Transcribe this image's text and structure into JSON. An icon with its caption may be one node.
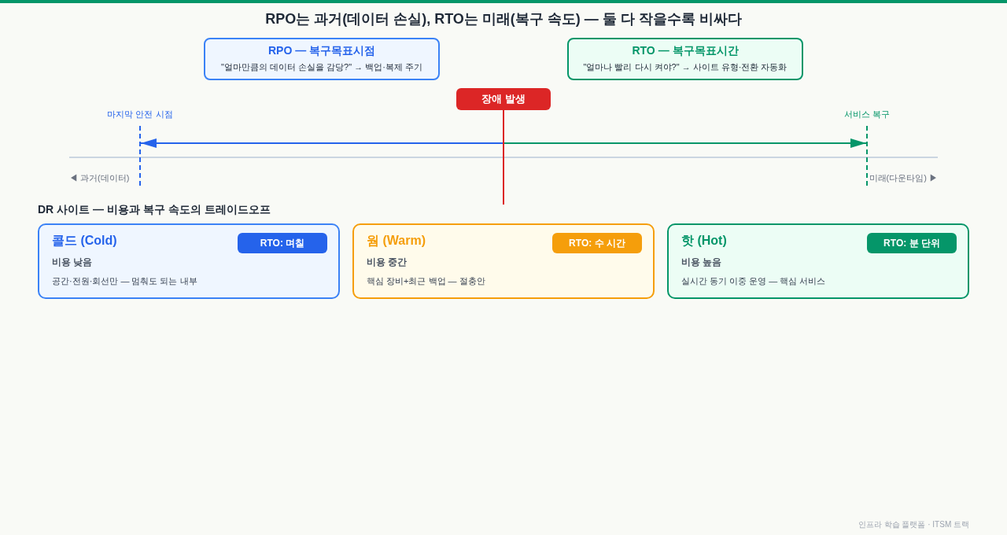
{
  "diagram": {
    "title": "RPO는 과거(데이터 손실), RTO는 미래(복구 속도) — 둘 다 작을수록 비싸다",
    "nodes": [
      {
        "text": [
          "RPO — 복구목표시점",
          "\"얼마만큼의 데이터 손실을 감당?\" → 백업·복제 주기"
        ]
      },
      {
        "text": [
          "RTO — 복구목표시간",
          "\"얼마나 빨리 다시 켜야?\" → 사이트 유형·전환 자동화"
        ]
      },
      {
        "text": [
          "장애 발생"
        ]
      },
      {
        "text": [],
        "shape": "line",
        "beside": [
          "마지막 안전 시점"
        ]
      },
      {
        "text": [],
        "shape": "line"
      },
      {
        "text": [],
        "shape": "line",
        "beside": [
          "서비스 복구"
        ]
      },
      {
        "text": [
          "콜드 (Cold)",
          "비용 낮음",
          "공간·전원·회선만 — 멈춰도 되는 내부"
        ]
      },
      {
        "text": [
          "RTO: 며칠"
        ],
        "in": 6
      },
      {
        "text": [
          "웜 (Warm)",
          "비용 중간",
          "핵심 장비+최근 백업 — 절충안"
        ]
      },
      {
        "text": [
          "RTO: 수 시간"
        ],
        "in": 8
      },
      {
        "text": [
          "핫 (Hot)",
          "비용 높음",
          "실시간 동기 이중 운영 — 핵심 서비스"
        ]
      },
      {
        "text": [
          "RTO: 분 단위"
        ],
        "in": 10
      }
    ],
    "edges": [
      {
        "from": 4,
        "to": 3,
        "arrow": "to",
        "color": "#2563eb"
      },
      {
        "from": 4,
        "to": 5,
        "arrow": "to",
        "color": "#059669"
      }
    ],
    "labels": [
      "◀ 과거(데이터)",
      "미래(다운타임) ▶",
      "DR 사이트 — 비용과 복구 속도의 트레이드오프",
      "인프라 학습 플랫폼 · ITSM 트랙"
    ]
  }
}
